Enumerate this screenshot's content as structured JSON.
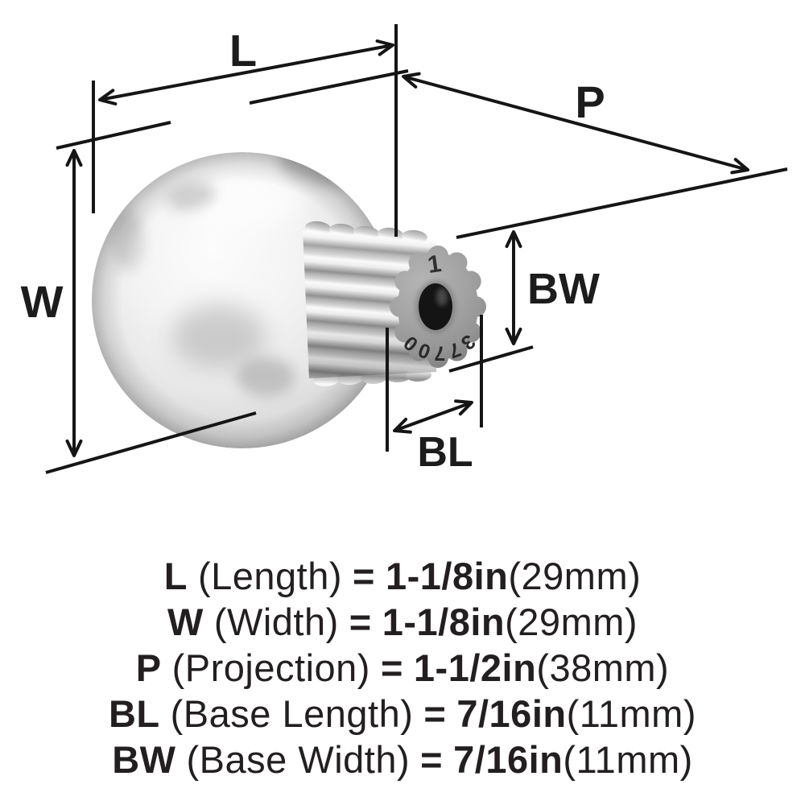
{
  "diagram": {
    "dimension_labels": {
      "length": "L",
      "width": "W",
      "projection": "P",
      "base_width": "BW",
      "base_length": "BL"
    },
    "knob_markings": {
      "face_top": "1",
      "face_ring": "37700"
    },
    "colors": {
      "line": "#151515",
      "label_text": "#1c1c1c",
      "spec_text": "#231f20",
      "ball_highlight": "#fbfbfb",
      "ball_shadow": "#bcbcbc",
      "base_face": "#9a9a9a",
      "hole": "#141414",
      "background": "#ffffff"
    }
  },
  "specs": {
    "lines": [
      {
        "abbr": "L",
        "name": "(Length)",
        "equals": "=",
        "value": "1-1/8in",
        "metric": "(29mm)"
      },
      {
        "abbr": "W",
        "name": "(Width)",
        "equals": "=",
        "value": "1-1/8in",
        "metric": "(29mm)"
      },
      {
        "abbr": "P",
        "name": "(Projection)",
        "equals": "=",
        "value": "1-1/2in",
        "metric": "(38mm)"
      },
      {
        "abbr": "BL",
        "name": "(Base Length)",
        "equals": "=",
        "value": "7/16in",
        "metric": "(11mm)"
      },
      {
        "abbr": "BW",
        "name": "(Base Width)",
        "equals": "=",
        "value": "7/16in",
        "metric": "(11mm)"
      }
    ]
  }
}
